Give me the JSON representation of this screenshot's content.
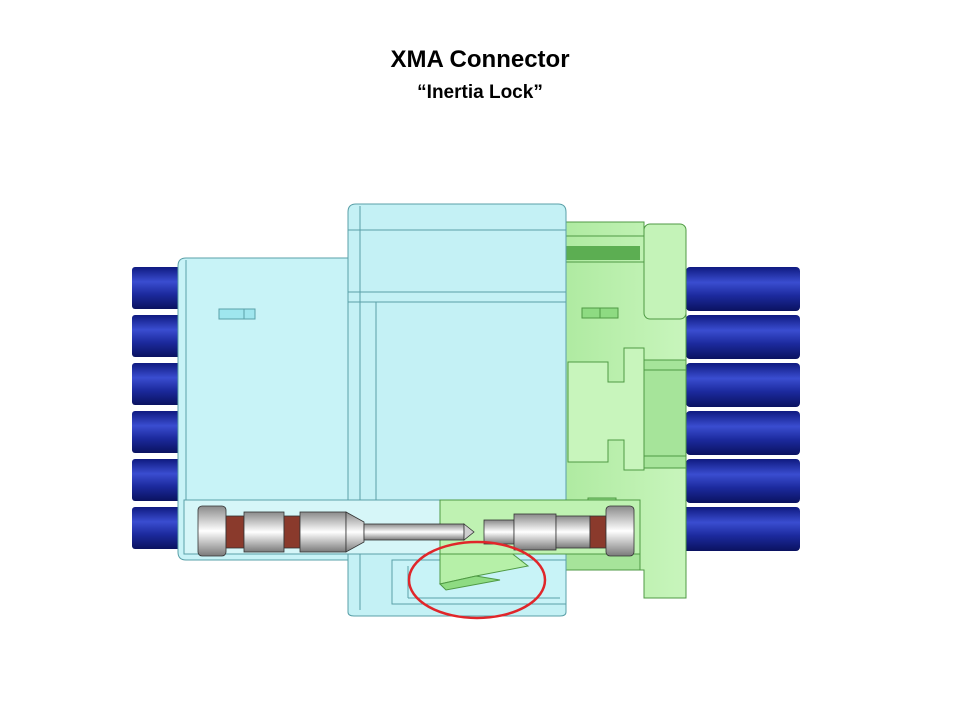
{
  "header": {
    "title": "XMA Connector",
    "subtitle": "“Inertia Lock”"
  },
  "colors": {
    "housing_blue": "#c2f1f5",
    "housing_blue_outline": "#5aa0a8",
    "housing_green": "#b6f0a8",
    "housing_green_outline": "#4f9a44",
    "wire_blue": "#1c2a9e",
    "highlight_circle": "#e0262a"
  },
  "diagram": {
    "wire_count_left": 6,
    "wire_count_right": 6,
    "highlight": "inertia-lock-region"
  }
}
